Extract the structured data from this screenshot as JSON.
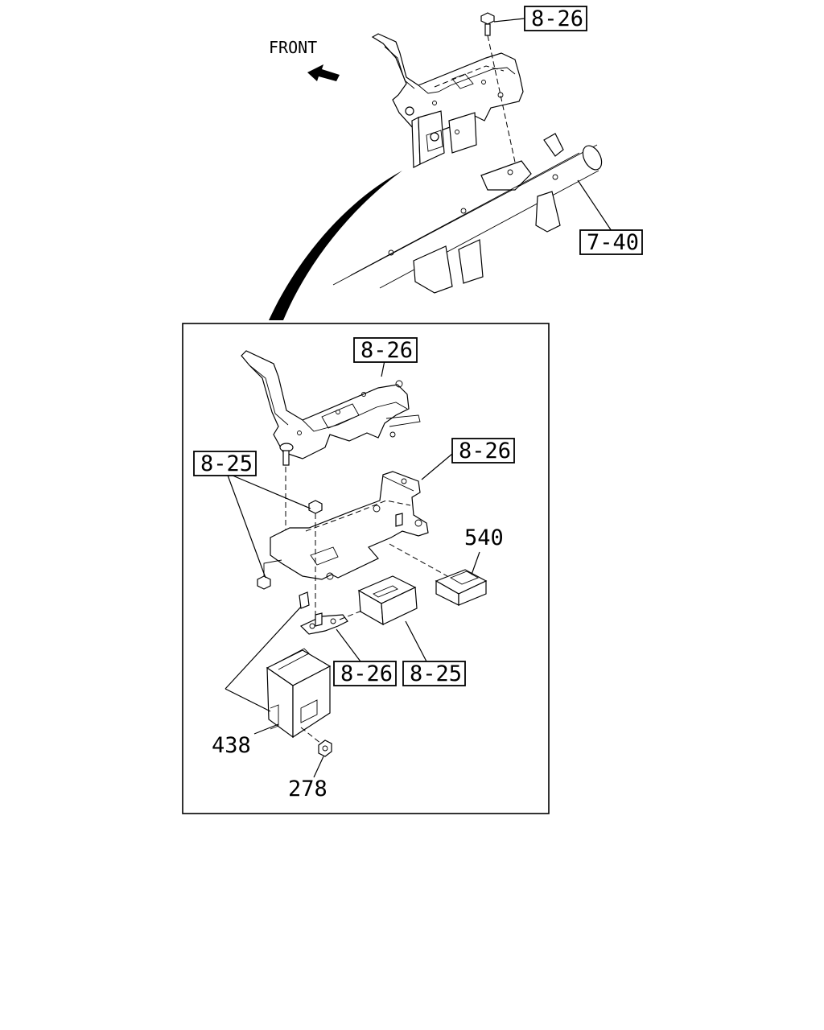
{
  "orientation_label": "FRONT",
  "callouts": {
    "top_bolt_ref": "8-26",
    "beam_ref": "7-40",
    "detail_upper_bracket_ref": "8-26",
    "detail_fasteners_ref": "8-25",
    "detail_right_bracket_ref": "8-26",
    "connector_part": "540",
    "detail_lower_bracket_ref": "8-26",
    "detail_relay_ref": "8-25",
    "module_part": "438",
    "nut_part": "278"
  }
}
